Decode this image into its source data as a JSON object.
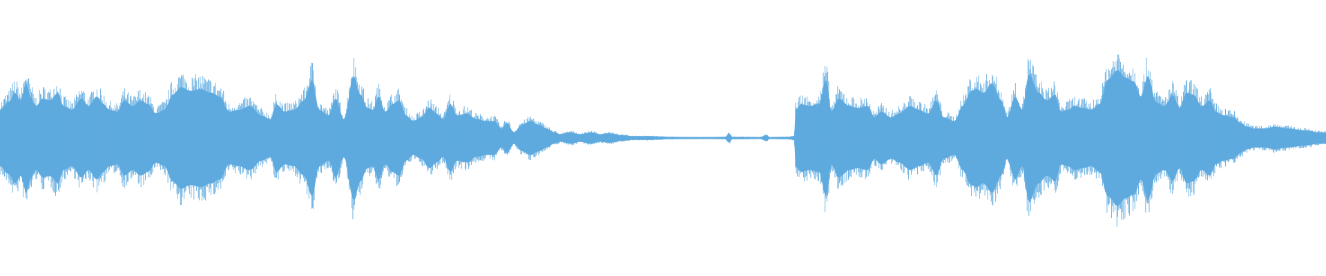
{
  "waveform": {
    "color": "#5eaadf",
    "envelope": [
      [
        0,
        0.3
      ],
      [
        12,
        0.38
      ],
      [
        22,
        0.48
      ],
      [
        30,
        0.4
      ],
      [
        38,
        0.58
      ],
      [
        44,
        0.44
      ],
      [
        52,
        0.34
      ],
      [
        62,
        0.42
      ],
      [
        72,
        0.4
      ],
      [
        84,
        0.48
      ],
      [
        92,
        0.34
      ],
      [
        104,
        0.3
      ],
      [
        118,
        0.42
      ],
      [
        128,
        0.34
      ],
      [
        140,
        0.44
      ],
      [
        150,
        0.36
      ],
      [
        158,
        0.3
      ],
      [
        170,
        0.28
      ],
      [
        180,
        0.4
      ],
      [
        192,
        0.34
      ],
      [
        204,
        0.4
      ],
      [
        214,
        0.36
      ],
      [
        226,
        0.26
      ],
      [
        238,
        0.3
      ],
      [
        250,
        0.46
      ],
      [
        262,
        0.54
      ],
      [
        276,
        0.5
      ],
      [
        290,
        0.52
      ],
      [
        306,
        0.48
      ],
      [
        318,
        0.44
      ],
      [
        332,
        0.28
      ],
      [
        346,
        0.3
      ],
      [
        362,
        0.34
      ],
      [
        378,
        0.24
      ],
      [
        392,
        0.2
      ],
      [
        400,
        0.36
      ],
      [
        412,
        0.28
      ],
      [
        426,
        0.3
      ],
      [
        440,
        0.4
      ],
      [
        452,
        0.62
      ],
      [
        462,
        0.3
      ],
      [
        476,
        0.24
      ],
      [
        486,
        0.42
      ],
      [
        498,
        0.2
      ],
      [
        512,
        0.66
      ],
      [
        522,
        0.46
      ],
      [
        532,
        0.32
      ],
      [
        540,
        0.3
      ],
      [
        548,
        0.44
      ],
      [
        558,
        0.28
      ],
      [
        568,
        0.36
      ],
      [
        578,
        0.4
      ],
      [
        588,
        0.24
      ],
      [
        598,
        0.18
      ],
      [
        610,
        0.22
      ],
      [
        622,
        0.32
      ],
      [
        632,
        0.26
      ],
      [
        642,
        0.2
      ],
      [
        652,
        0.36
      ],
      [
        662,
        0.24
      ],
      [
        676,
        0.26
      ],
      [
        690,
        0.2
      ],
      [
        704,
        0.18
      ],
      [
        716,
        0.18
      ],
      [
        726,
        0.1
      ],
      [
        734,
        0.16
      ],
      [
        744,
        0.06
      ],
      [
        756,
        0.14
      ],
      [
        768,
        0.18
      ],
      [
        780,
        0.14
      ],
      [
        792,
        0.1
      ],
      [
        802,
        0.06
      ],
      [
        812,
        0.04
      ],
      [
        826,
        0.06
      ],
      [
        840,
        0.04
      ],
      [
        856,
        0.06
      ],
      [
        868,
        0.04
      ],
      [
        882,
        0.05
      ],
      [
        900,
        0.03
      ],
      [
        916,
        0.02
      ],
      [
        940,
        0.02
      ],
      [
        970,
        0.012
      ],
      [
        1000,
        0.01
      ],
      [
        1030,
        0.01
      ],
      [
        1050,
        0.012
      ],
      [
        1056,
        0.05
      ],
      [
        1060,
        0.012
      ],
      [
        1100,
        0.01
      ],
      [
        1110,
        0.03
      ],
      [
        1114,
        0.01
      ],
      [
        1140,
        0.012
      ],
      [
        1150,
        0.02
      ],
      [
        1152,
        0.3
      ],
      [
        1160,
        0.36
      ],
      [
        1172,
        0.34
      ],
      [
        1186,
        0.36
      ],
      [
        1196,
        0.62
      ],
      [
        1204,
        0.28
      ],
      [
        1214,
        0.42
      ],
      [
        1230,
        0.34
      ],
      [
        1242,
        0.32
      ],
      [
        1256,
        0.34
      ],
      [
        1266,
        0.22
      ],
      [
        1276,
        0.28
      ],
      [
        1290,
        0.22
      ],
      [
        1302,
        0.26
      ],
      [
        1318,
        0.34
      ],
      [
        1330,
        0.3
      ],
      [
        1344,
        0.26
      ],
      [
        1356,
        0.4
      ],
      [
        1366,
        0.22
      ],
      [
        1382,
        0.18
      ],
      [
        1394,
        0.34
      ],
      [
        1406,
        0.5
      ],
      [
        1414,
        0.52
      ],
      [
        1424,
        0.48
      ],
      [
        1436,
        0.58
      ],
      [
        1450,
        0.4
      ],
      [
        1458,
        0.22
      ],
      [
        1470,
        0.44
      ],
      [
        1480,
        0.3
      ],
      [
        1490,
        0.68
      ],
      [
        1504,
        0.48
      ],
      [
        1516,
        0.4
      ],
      [
        1528,
        0.46
      ],
      [
        1536,
        0.28
      ],
      [
        1546,
        0.3
      ],
      [
        1556,
        0.34
      ],
      [
        1568,
        0.32
      ],
      [
        1580,
        0.3
      ],
      [
        1592,
        0.36
      ],
      [
        1604,
        0.62
      ],
      [
        1618,
        0.72
      ],
      [
        1630,
        0.64
      ],
      [
        1642,
        0.6
      ],
      [
        1652,
        0.44
      ],
      [
        1662,
        0.66
      ],
      [
        1674,
        0.38
      ],
      [
        1686,
        0.34
      ],
      [
        1698,
        0.46
      ],
      [
        1708,
        0.32
      ],
      [
        1718,
        0.48
      ],
      [
        1728,
        0.46
      ],
      [
        1740,
        0.34
      ],
      [
        1752,
        0.4
      ],
      [
        1760,
        0.28
      ],
      [
        1772,
        0.24
      ],
      [
        1786,
        0.22
      ],
      [
        1796,
        0.16
      ],
      [
        1806,
        0.12
      ],
      [
        1816,
        0.1
      ],
      [
        1830,
        0.1
      ],
      [
        1846,
        0.12
      ],
      [
        1866,
        0.1
      ],
      [
        1890,
        0.08
      ],
      [
        1910,
        0.06
      ],
      [
        1920,
        0.06
      ]
    ]
  }
}
